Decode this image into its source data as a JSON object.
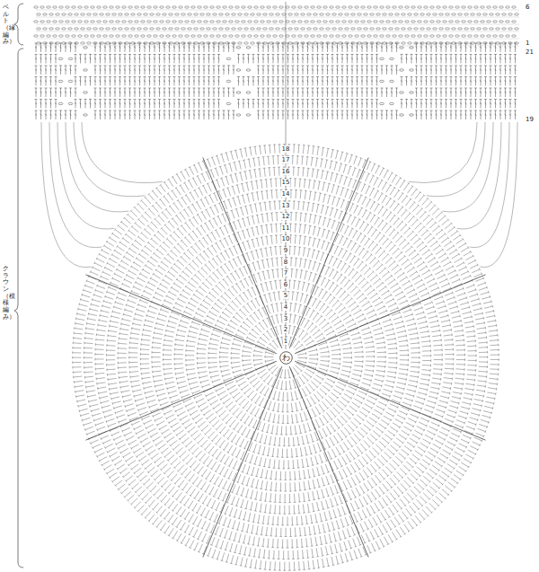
{
  "diagram": {
    "nodes": [
      {
        "text": [
          "わ"
        ]
      }
    ],
    "labels": [
      "ベルト（縁編み）",
      "クラウン（模様編み）",
      "6",
      "1",
      "21",
      "19",
      "1",
      "2",
      "3",
      "4",
      "5",
      "6",
      "7",
      "8",
      "9",
      "10",
      "11",
      "12",
      "13",
      "14",
      "15",
      "16",
      "17",
      "18"
    ]
  }
}
